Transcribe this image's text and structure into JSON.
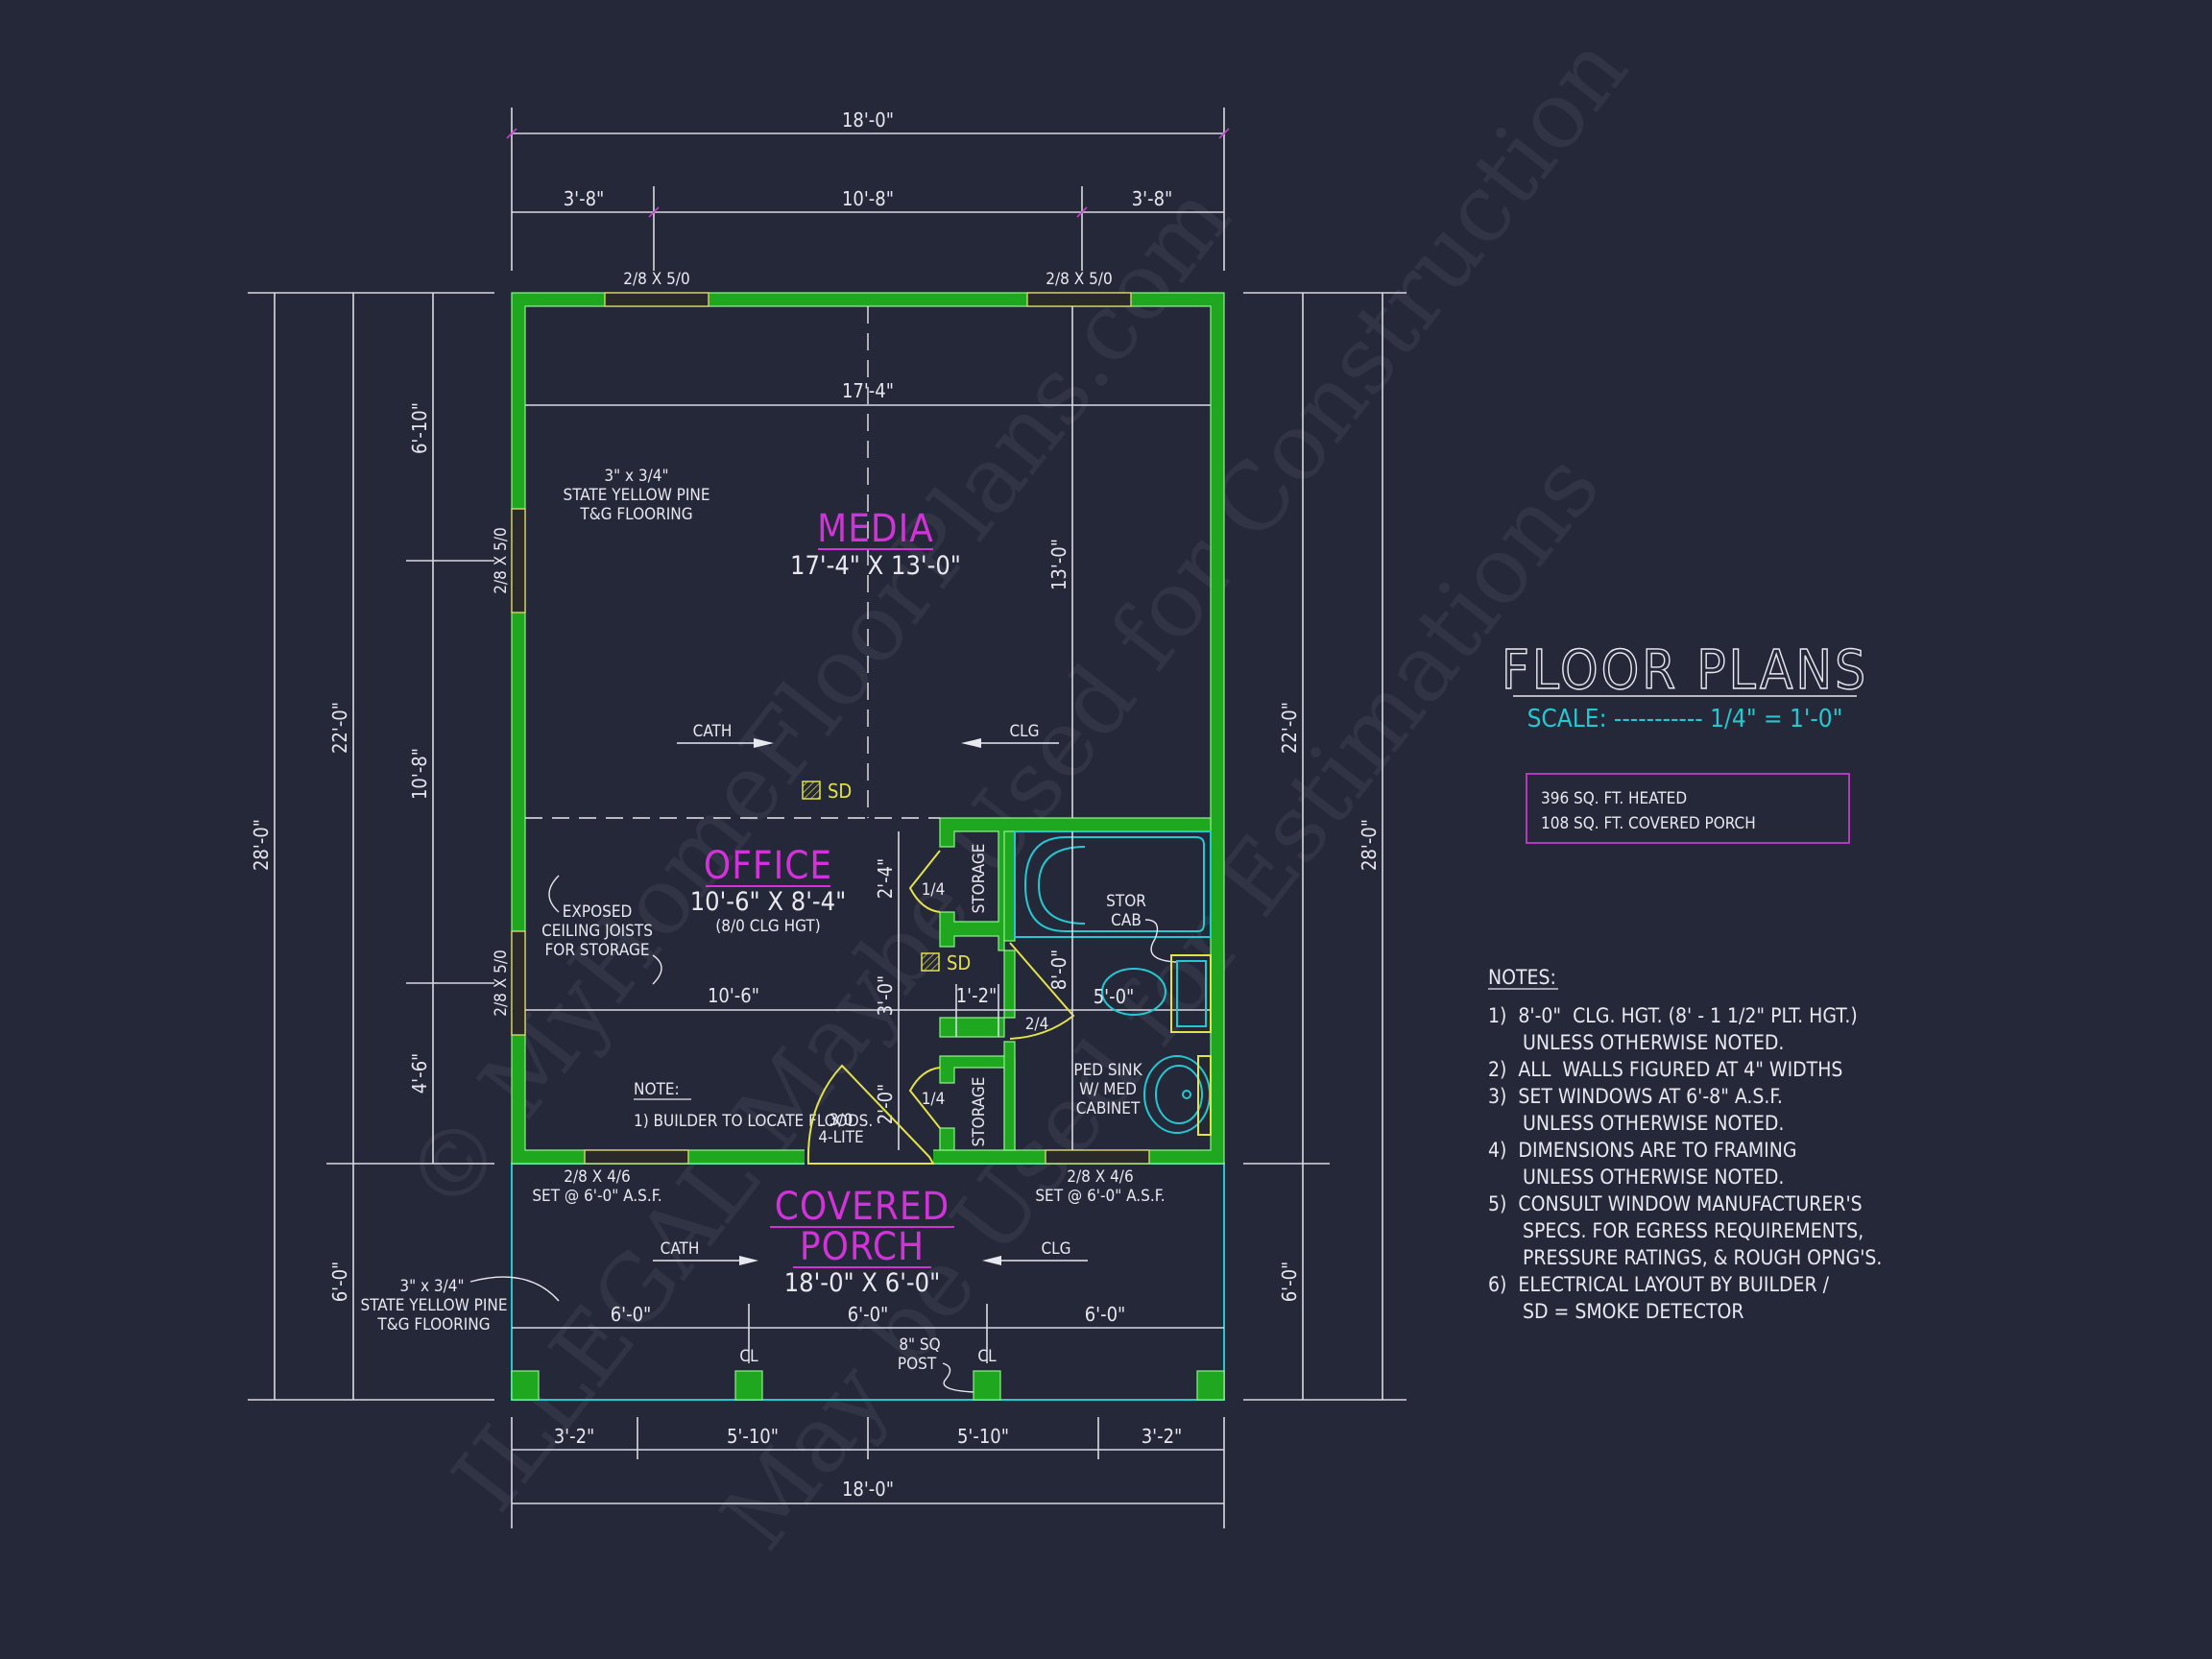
{
  "title": {
    "heading": "FLOOR PLANS",
    "scale": "SCALE: ----------- 1/4\" = 1'-0\""
  },
  "area_box": {
    "heated": "396 SQ. FT. HEATED",
    "porch": "108 SQ. FT. COVERED PORCH"
  },
  "notes": {
    "heading": "NOTES:",
    "lines": [
      "1)  8'-0\"  CLG. HGT. (8' - 1 1/2\" PLT. HGT.)",
      "      UNLESS OTHERWISE NOTED.",
      "2)  ALL  WALLS FIGURED AT 4\" WIDTHS",
      "3)  SET WINDOWS AT 6'-8\" A.S.F.",
      "      UNLESS OTHERWISE NOTED.",
      "4)  DIMENSIONS ARE TO FRAMING",
      "      UNLESS OTHERWISE NOTED.",
      "5)  CONSULT WINDOW MANUFACTURER'S",
      "      SPECS. FOR EGRESS REQUIREMENTS,",
      "      PRESSURE RATINGS, & ROUGH OPNG'S.",
      "6)  ELECTRICAL LAYOUT BY BUILDER /",
      "      SD = SMOKE DETECTOR"
    ]
  },
  "rooms": {
    "media": {
      "name": "MEDIA",
      "size": "17'-4\" X 13'-0\""
    },
    "office": {
      "name": "OFFICE",
      "size": "10'-6\" X 8'-4\"",
      "sub": "(8/0 CLG HGT)"
    },
    "porch": {
      "name_1": "COVERED",
      "name_2": "PORCH",
      "size": "18'-0\" X 6'-0\""
    }
  },
  "dimensions": {
    "top_overall": "18'-0\"",
    "top_segments": [
      "3'-8\"",
      "10'-8\"",
      "3'-8\""
    ],
    "media_width": "17'-4\"",
    "media_depth": "13'-0\"",
    "office_width": "10'-6\"",
    "left_segments": [
      "6'-10\"",
      "10'-8\"",
      "4'-6\""
    ],
    "left_heated": "22'-0\"",
    "left_porch": "6'-0\"",
    "left_overall": "28'-0\"",
    "right_heated": "22'-0\"",
    "right_porch": "6'-0\"",
    "right_overall": "28'-0\"",
    "storage_upper": "2'-4\"",
    "hall": "3'-0\"",
    "storage_lower": "2'-0\"",
    "hall_width": "1'-2\"",
    "bath_length": "8'-0\"",
    "bath_width": "5'-0\"",
    "porch_segments": [
      "6'-0\"",
      "6'-0\"",
      "6'-0\""
    ],
    "bottom_segments": [
      "3'-2\"",
      "5'-10\"",
      "5'-10\"",
      "3'-2\""
    ],
    "bottom_overall": "18'-0\""
  },
  "labels": {
    "window_top": "2/8 X 5/0",
    "window_left": "2/8 X 5/0",
    "window_front": "2/8 X 4/6",
    "window_front_set": "SET @ 6'-0\" A.S.F.",
    "flooring_1": "3\" x 3/4\"",
    "flooring_2": "STATE YELLOW PINE",
    "flooring_3": "T&G FLOORING",
    "cath": "CATH",
    "clg": "CLG",
    "sd": "SD",
    "exposed_1": "EXPOSED",
    "exposed_2": "CEILING JOISTS",
    "exposed_3": "FOR STORAGE",
    "storage": "STORAGE",
    "door_quarter": "1/4",
    "door_bath": "2/4",
    "door_entry": "3/0",
    "door_entry_lite": "4-LITE",
    "stor_cab_1": "STOR",
    "stor_cab_2": "CAB",
    "sink_1": "PED SINK",
    "sink_2": "W/ MED",
    "sink_3": "CABINET",
    "note_heading": "NOTE:",
    "note_1": "1) BUILDER TO LOCATE FLOODS.",
    "post_1": "8\" SQ",
    "post_2": "POST",
    "centerline": "CL"
  },
  "watermarks": [
    "© MyHomeFloorPlans.com",
    "ILLEGAL Maybe Used for Construction",
    "May be Used for Estimations"
  ],
  "colors": {
    "background": "#252839",
    "wall": "#1fa81f",
    "room_label": "#d233d8",
    "fixture": "#25c7d1",
    "door_window": "#e2e24a",
    "dim_tick": "#c040c8"
  }
}
